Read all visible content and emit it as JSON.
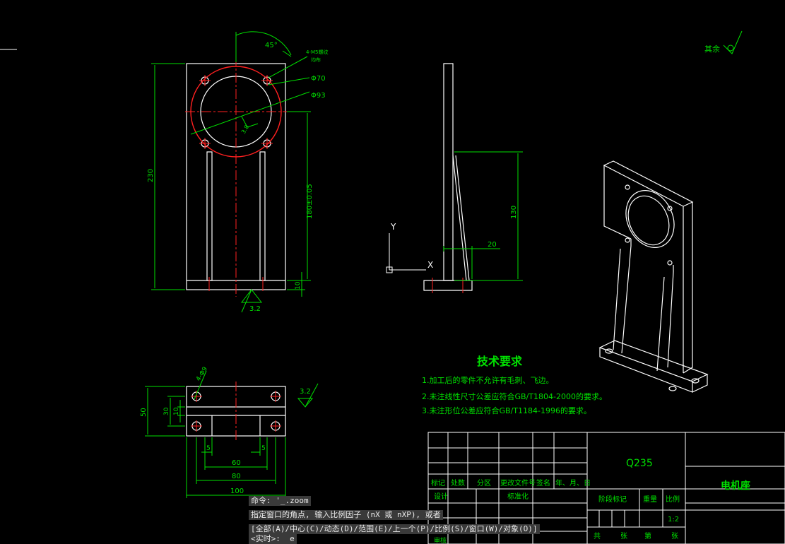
{
  "drawing": {
    "angle_dim": "45°",
    "hole_note_line1": "4-M5螺纹",
    "hole_note_line2": "均布",
    "dia_outer": "Φ70",
    "dia_inner": "Φ93",
    "dim_height_total": "230",
    "dim_height_center": "180±0.05",
    "dim_base_thickness": "10",
    "dim_circle_offset": "3.8",
    "roughness_front": "3.2",
    "roughness_side_right": "3.2",
    "dim_side_rib": "130",
    "dim_side_width": "20",
    "dim_plan_holes": "4-Φ9",
    "dim_plan_depth": "50",
    "dim_plan_30": "30",
    "dim_plan_10": "10",
    "dim_plan_5_left": "5",
    "dim_plan_5_right": "5",
    "dim_plan_60": "60",
    "dim_plan_80": "80",
    "dim_plan_100": "100",
    "ucs_y": "Y",
    "ucs_x": "X",
    "surface_finish_label": "其余"
  },
  "tech": {
    "title": "技术要求",
    "req1": "1.加工后的零件不允许有毛刺、飞边。",
    "req2": "2.未注线性尺寸公差应符合GB/T1804-2000的要求。",
    "req3": "3.未注形位公差应符合GB/T1184-1996的要求。"
  },
  "title_block": {
    "material": "Q235",
    "part_name": "电机座",
    "h_mark": "标记",
    "h_count": "处数",
    "h_zone": "分区",
    "h_doc": "更改文件号",
    "h_sign": "签名",
    "h_date": "年、月、日",
    "designer": "设计",
    "standardize": "标准化",
    "stage_mark": "阶段标记",
    "weight": "重量",
    "scale_label": "比例",
    "scale_value": "1:2",
    "total": "共",
    "sheets1": "张",
    "sheet_no": "第",
    "sheets2": "张",
    "audit": "审核"
  },
  "command": {
    "line1": "命令: '_.zoom",
    "line2": "指定窗口的角点, 输入比例因子 (nX 或 nXP), 或者",
    "line3": "[全部(A)/中心(C)/动态(D)/范围(E)/上一个(P)/比例(S)/窗口(W)/对象(O)]",
    "line4": "<实时>:  e"
  },
  "colors": {
    "background": "#000000",
    "geometry": "#ffffff",
    "dimension": "#00ff00",
    "centerline": "#ff0000",
    "command_bar": "#3a3a3a"
  }
}
